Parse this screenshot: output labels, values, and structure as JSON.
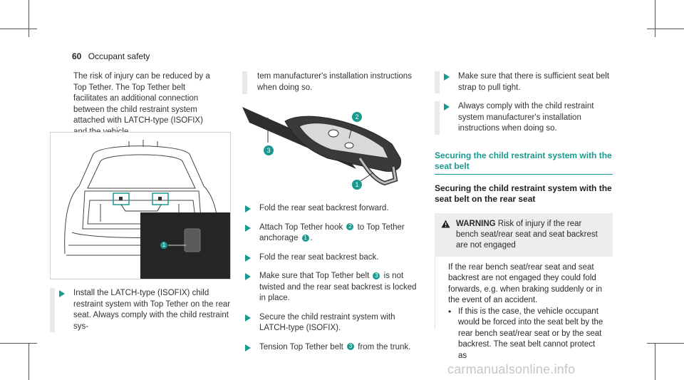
{
  "header": {
    "page_number": "60",
    "section": "Occupant safety"
  },
  "col1": {
    "intro": "The risk of injury can be reduced by a Top Tether. The Top Tether belt facilitates an additional connection between the child restraint system attached with LATCH-type (ISOFIX) and the vehicle.",
    "figure_callout": "1",
    "bullet1": "Install the LATCH-type (ISOFIX) child restraint system with Top Tether on the rear seat. Always comply with the child restraint sys-"
  },
  "col2": {
    "cont": "tem manufacturer's installation instructions when doing so.",
    "callouts": [
      "2",
      "3",
      "1"
    ],
    "steps": [
      {
        "before": "Fold the rear seat backrest forward.",
        "callout": "",
        "after": ""
      },
      {
        "before": "Attach Top Tether hook ",
        "callout": "2",
        "after": " to Top Tether anchorage ",
        "callout2": "1",
        "after2": "."
      },
      {
        "before": "Fold the rear seat backrest back.",
        "callout": "",
        "after": ""
      },
      {
        "before": "Make sure that Top Tether belt ",
        "callout": "3",
        "after": " is not twisted and the rear seat backrest is locked in place."
      },
      {
        "before": "Secure the child restraint system with LATCH-type (ISOFIX).",
        "callout": "",
        "after": ""
      },
      {
        "before": "Tension Top Tether belt ",
        "callout": "3",
        "after": " from the trunk."
      }
    ]
  },
  "col3": {
    "steps": [
      "Make sure that there is sufficient seat belt strap to pull tight.",
      "Always comply with the child restraint system manufacturer's installation instructions when doing so."
    ],
    "section_title": "Securing the child restraint system with the seat belt",
    "subsection_title": "Securing the child restraint system with the seat belt on the rear seat",
    "warning_label": "WARNING",
    "warning_text": " Risk of injury if the rear bench seat/rear seat and seat backrest are not engaged",
    "warning_body": "If the rear bench seat/rear seat and seat backrest are not engaged they could fold forwards, e.g. when braking suddenly or in the event of an accident.",
    "warning_bullet": "If this is the case, the vehicle occupant would be forced into the seat belt by the rear bench seat/rear seat or by the seat backrest. The seat belt cannot protect as"
  },
  "watermark": "carmanualsonline.info",
  "colors": {
    "accent": "#1a9a8f",
    "box": "#ededed"
  }
}
